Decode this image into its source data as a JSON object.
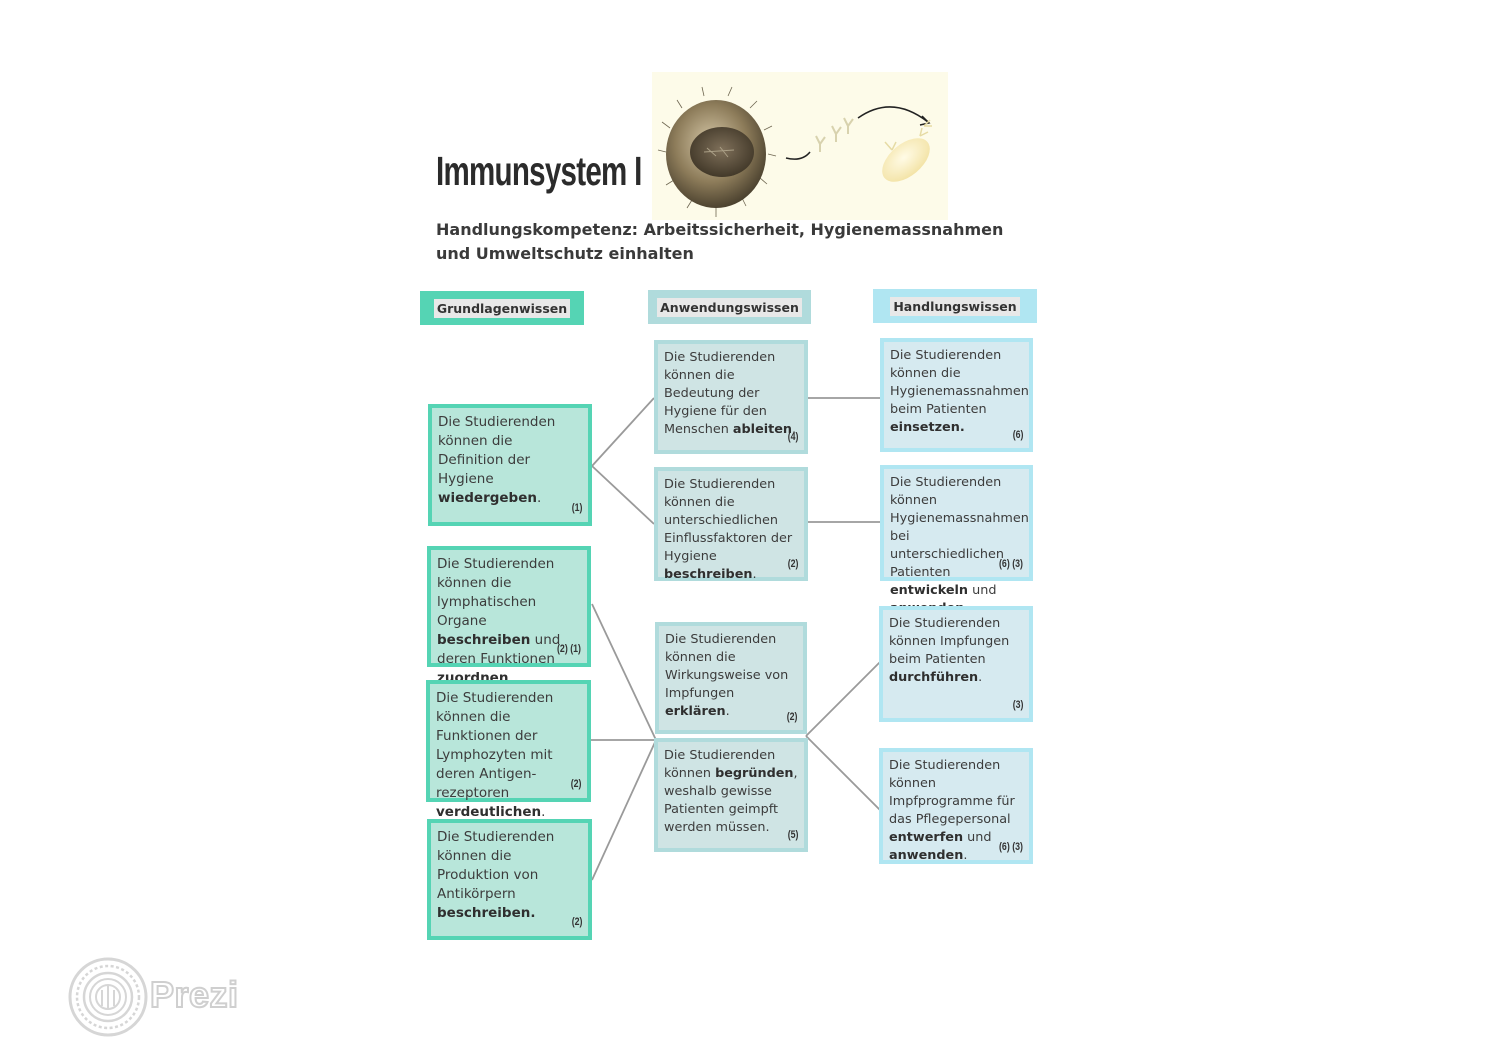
{
  "title": "Immunsystem I",
  "subtitle": "Handlungskompetenz: Arbeitssicherheit, Hygienemassnahmen und Umweltschutz einhalten",
  "columns": {
    "grundlagen": "Grundlagenwissen",
    "anwendung": "Anwendungswissen",
    "handlung": "Handlungswissen"
  },
  "boxes": {
    "g1": {
      "pre": "Die Studierenden können die Definition der Hygiene ",
      "bold": "wiedergeben",
      "post": ".",
      "ref": "(1)"
    },
    "g2": {
      "pre": "Die Studierenden können die lymphatischen Organe ",
      "bold": "beschreiben",
      "mid": " und deren Funktionen ",
      "bold2": "zuordnen",
      "post": ".",
      "ref": "(2) (1)"
    },
    "g3": {
      "pre": "Die Studierenden können die Funktionen der Lymphozyten mit deren Antigen-rezeptoren ",
      "bold": "verdeutlichen",
      "post": ".",
      "ref": "(2)"
    },
    "g4": {
      "pre": "Die Studierenden können die Produktion von Antikörpern ",
      "bold": "beschreiben.",
      "post": "",
      "ref": "(2)"
    },
    "a1": {
      "pre": "Die Studierenden können die Bedeutung der Hygiene für den Menschen ",
      "bold": "ableiten",
      "post": ".",
      "ref": "(4)"
    },
    "a2": {
      "pre": "Die Studierenden können die unterschiedlichen Einflussfaktoren der Hygiene ",
      "bold": "beschreiben",
      "post": ".",
      "ref": "(2)"
    },
    "a3": {
      "pre": "Die Studierenden können die Wirkungsweise von Impfungen ",
      "bold": "erklären",
      "post": ".",
      "ref": "(2)"
    },
    "a4": {
      "pre": "Die Studierenden können ",
      "bold": "begründen",
      "post": ", weshalb gewisse Patienten geimpft werden müssen.",
      "ref": "(5)"
    },
    "h1": {
      "pre": "Die Studierenden können die Hygienemassnahmen beim Patienten ",
      "bold": "einsetzen.",
      "post": "",
      "ref": "(6)"
    },
    "h2": {
      "pre": "Die Studierenden können Hygienemassnahmen bei unterschiedlichen Patienten ",
      "bold": "entwickeln",
      "mid": " und ",
      "bold2": "anwenden",
      "post": ".",
      "ref": "(6) (3)"
    },
    "h3": {
      "pre": "Die Studierenden können Impfungen beim Patienten ",
      "bold": "durchführen",
      "post": ".",
      "ref": "(3)"
    },
    "h4": {
      "pre": "Die Studierenden können Impfprogramme für das Pflegepersonal ",
      "bold": "entwerfen",
      "mid": " und ",
      "bold2": "anwenden",
      "post": ".",
      "ref": "(6) (3)"
    }
  },
  "logo": {
    "text": "Prezi"
  },
  "colors": {
    "grundlagen_fill": "#b8e6da",
    "grundlagen_border": "#55d4b4",
    "anwendung_fill": "#cfe4e4",
    "anwendung_border": "#b0dbdc",
    "handlung_fill": "#d6eaf0",
    "handlung_border": "#b0e6f2",
    "connector": "#9a9a9a"
  }
}
